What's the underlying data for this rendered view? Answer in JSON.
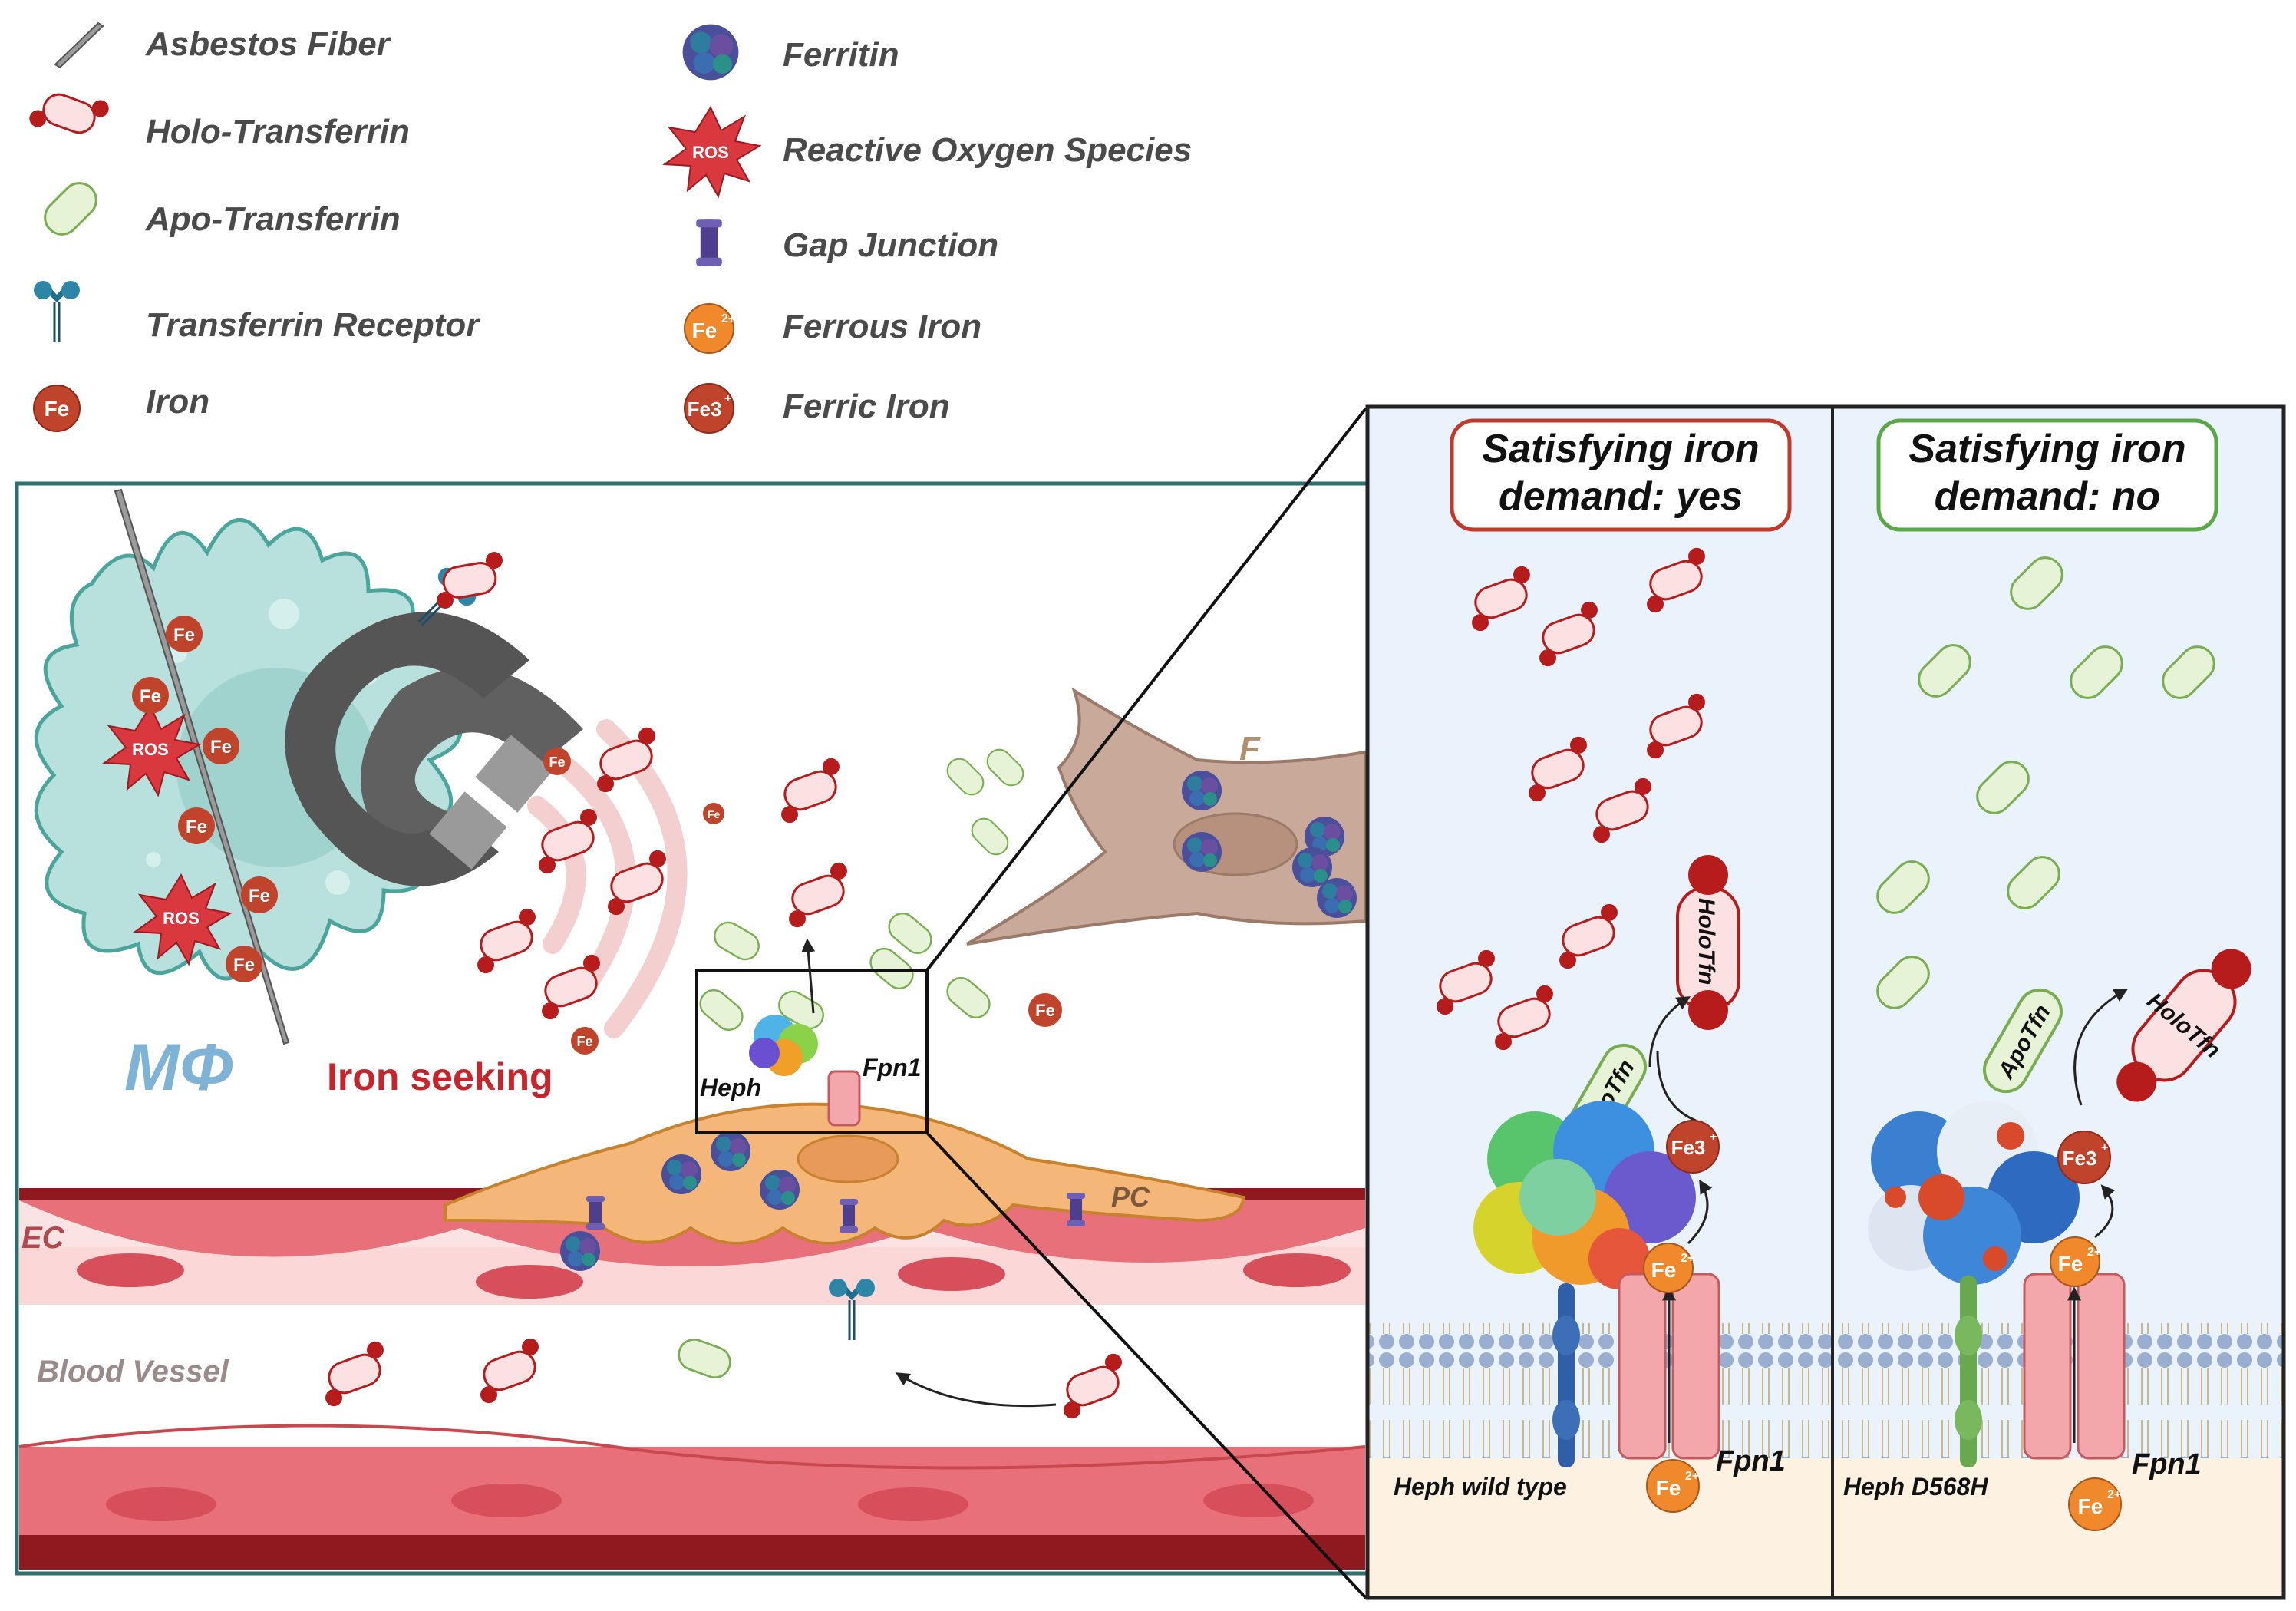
{
  "legend": {
    "asbestos": "Asbestos Fiber",
    "holo_transferrin": "Holo-Transferrin",
    "apo_transferrin": "Apo-Transferrin",
    "transferrin_receptor": "Transferrin Receptor",
    "iron": "Iron",
    "ferritin": "Ferritin",
    "ros": "Reactive Oxygen Species",
    "gap_junction": "Gap Junction",
    "ferrous_iron": "Ferrous Iron",
    "ferric_iron": "Ferric Iron"
  },
  "icons": {
    "fe": "Fe",
    "ros": "ROS",
    "fe2": "Fe",
    "fe2_sup": "2+",
    "fe3": "Fe3",
    "fe3_sup": "+"
  },
  "main": {
    "macrophage": "MΦ",
    "iron_seeking": "Iron seeking",
    "fibroblast": "F",
    "pericyte": "PC",
    "endothelial": "EC",
    "blood_vessel": "Blood Vessel",
    "heph": "Heph",
    "fpn1": "Fpn1"
  },
  "panel_yes": {
    "title_line1": "Satisfying iron",
    "title_line2": "demand: yes",
    "holotfn": "HoloTfn",
    "apotfn": "ApoTfn",
    "heph_label": "Heph wild type",
    "fpn1": "Fpn1"
  },
  "panel_no": {
    "title_line1": "Satisfying iron",
    "title_line2": "demand: no",
    "holotfn": "HoloTfn",
    "apotfn": "ApoTfn",
    "heph_label": "Heph D568H",
    "fpn1": "Fpn1"
  },
  "colors": {
    "yes_border": "#c0392b",
    "no_border": "#5aa845",
    "holo_fill": "#fbe1e1",
    "holo_ball": "#b71c1c",
    "apo_fill": "#e6f3d6",
    "apo_stroke": "#7aad52",
    "iron": "#c0442b",
    "ferrous": "#f0882c",
    "macrophage": "#b8e0dc",
    "pericyte": "#f5b779",
    "fibroblast": "#c9a99a",
    "vessel": "#e8707a"
  }
}
